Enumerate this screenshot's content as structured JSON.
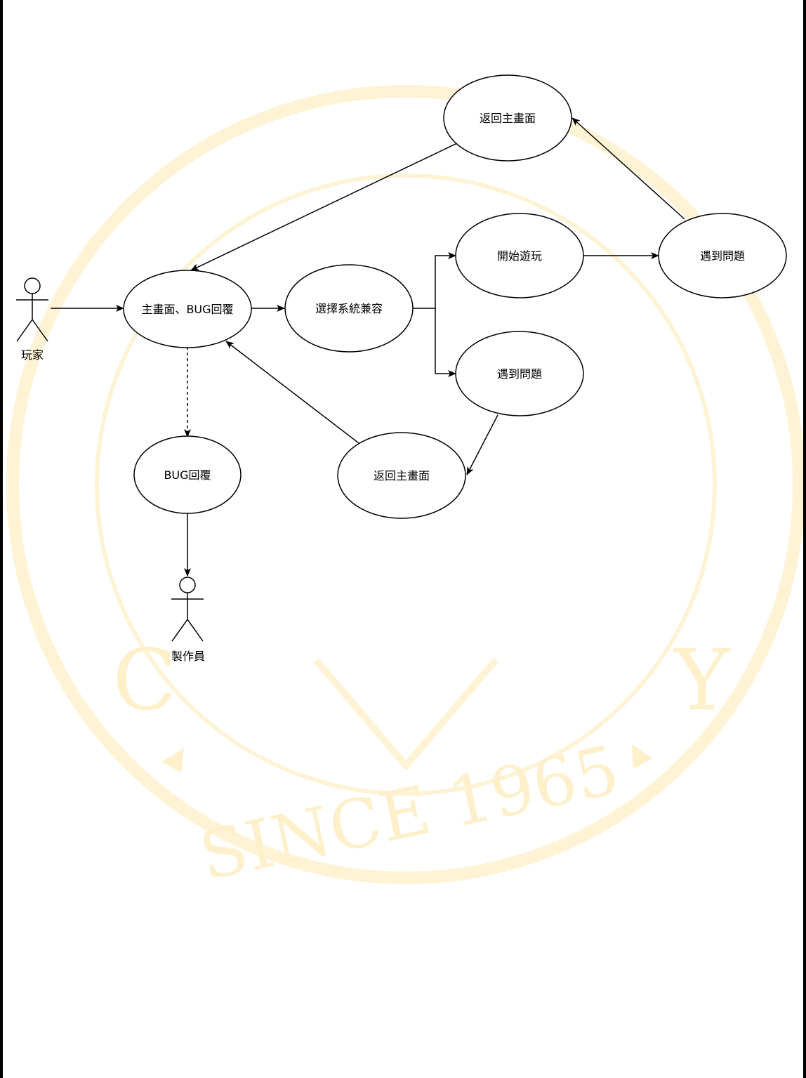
{
  "watermark": {
    "text_left": "C",
    "text_right": "Y",
    "text_since": "SINCE 1965",
    "color": "#fff0cc"
  },
  "nodes": {
    "main": "主畫面、BUG回覆",
    "select_system": "選擇系統兼容",
    "start_play": "開始遊玩",
    "problem_top": "遇到問題",
    "problem_mid": "遇到問題",
    "return_top": "返回主畫面",
    "return_bottom": "返回主畫面",
    "bug_reply": "BUG回覆"
  },
  "actors": {
    "player": "玩家",
    "developer": "製作員"
  },
  "colors": {
    "line": "#000000",
    "background": "#ffffff"
  }
}
